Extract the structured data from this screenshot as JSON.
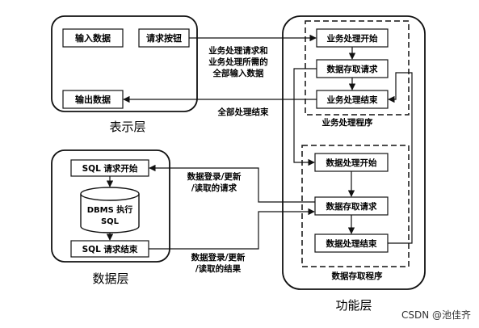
{
  "presentation_layer": {
    "title": "表示层",
    "input_data": "输入数据",
    "request_button": "请求按钮",
    "output_data": "输出数据"
  },
  "data_layer": {
    "title": "数据层",
    "sql_request_start": "SQL 请求开始",
    "dbms_line1": "DBMS 执行",
    "dbms_line2": "SQL",
    "sql_request_end": "SQL 请求结束"
  },
  "function_layer": {
    "title": "功能层",
    "business_program": {
      "label": "业务处理程序",
      "start": "业务处理开始",
      "access": "数据存取请求",
      "end": "业务处理结束"
    },
    "data_program": {
      "label": "数据存取程序",
      "start": "数据处理开始",
      "access": "数据存取请求",
      "end": "数据处理结束"
    }
  },
  "flows": {
    "request_line1": "业务处理请求和",
    "request_line2": "业务处理所需的",
    "request_line3": "全部输入数据",
    "all_done": "全部处理结束",
    "db_request_line1": "数据登录/更新",
    "db_request_line2": "/读取的请求",
    "db_result_line1": "数据登录/更新",
    "db_result_line2": "/读取的结果"
  },
  "watermark": "CSDN @池佳齐"
}
